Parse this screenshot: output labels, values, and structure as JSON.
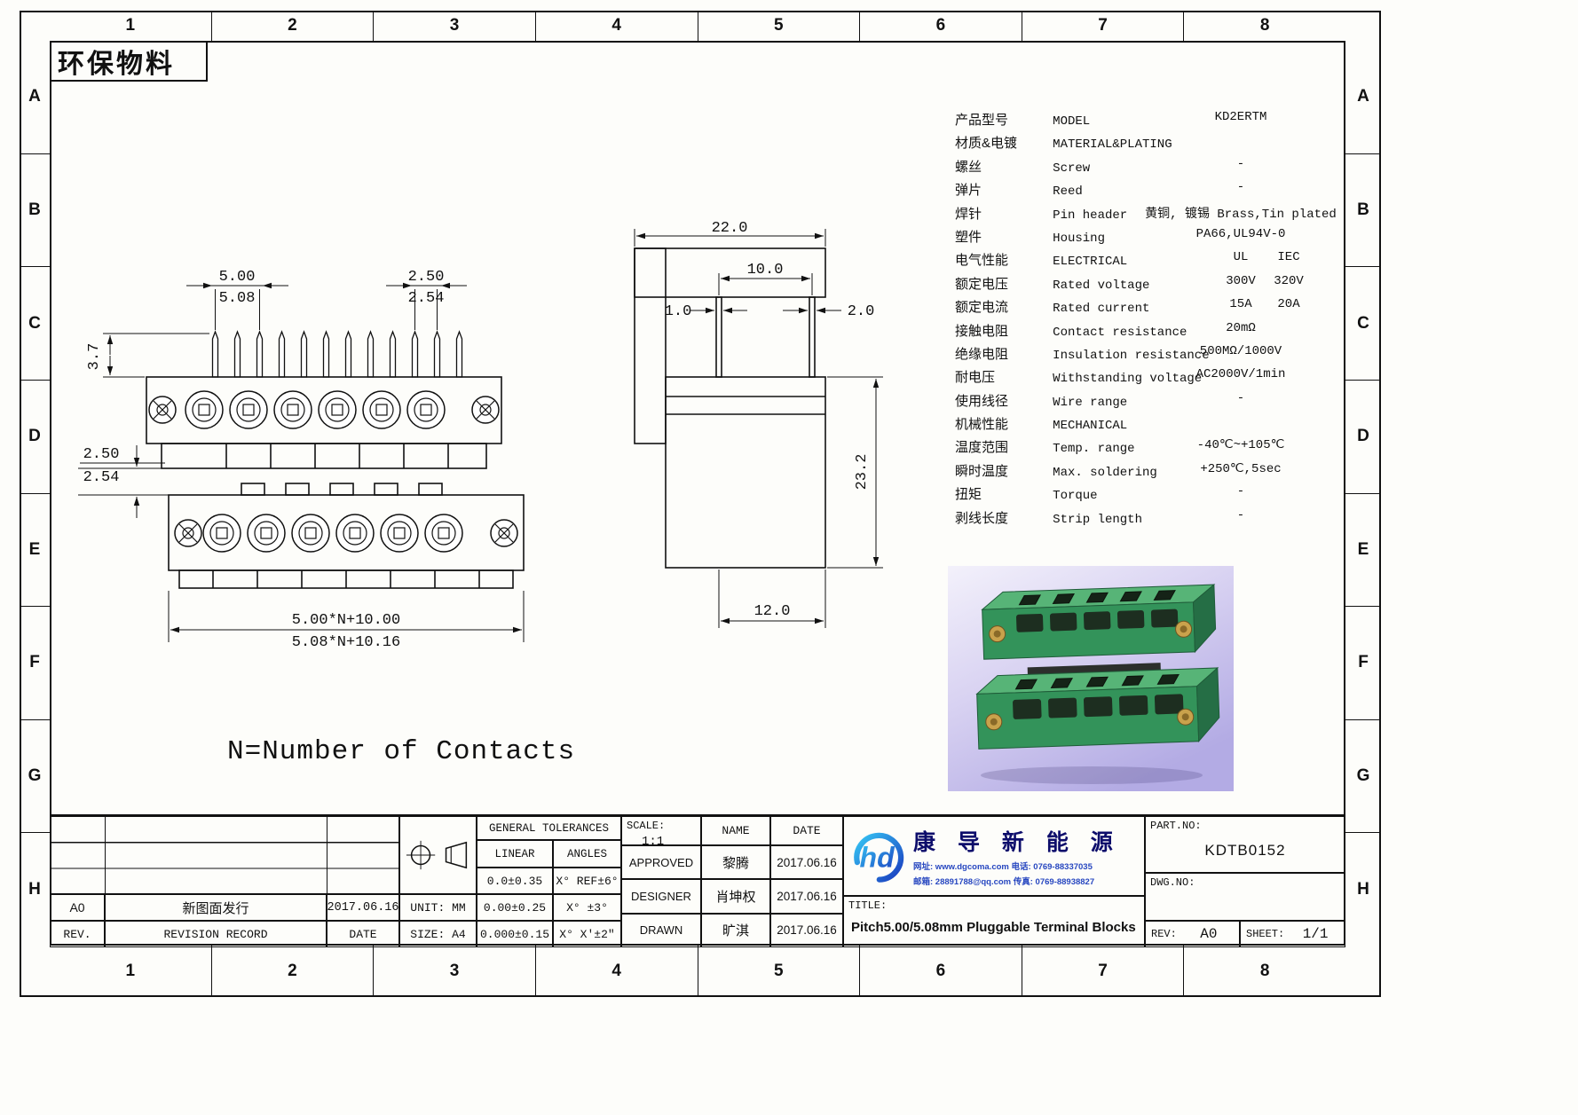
{
  "sheet": {
    "eco_label": "环保物料",
    "contacts_note": "N=Number of Contacts"
  },
  "grid": {
    "cols": [
      "1",
      "2",
      "3",
      "4",
      "5",
      "6",
      "7",
      "8"
    ],
    "rows": [
      "A",
      "B",
      "C",
      "D",
      "E",
      "F",
      "G",
      "H"
    ]
  },
  "specs": {
    "rows": [
      {
        "cn": "产品型号",
        "en": "MODEL",
        "v1": "KD2ERTM",
        "v2": ""
      },
      {
        "cn": "材质&电镀",
        "en": "MATERIAL&PLATING",
        "v1": "",
        "v2": ""
      },
      {
        "cn": "螺丝",
        "en": "Screw",
        "v1": "-",
        "v2": ""
      },
      {
        "cn": "弹片",
        "en": "Reed",
        "v1": "-",
        "v2": ""
      },
      {
        "cn": "焊针",
        "en": "Pin header",
        "v1": "黄铜, 镀锡 Brass,Tin plated",
        "v2": ""
      },
      {
        "cn": "塑件",
        "en": "Housing",
        "v1": "PA66,UL94V-0",
        "v2": ""
      },
      {
        "cn": "电气性能",
        "en": "ELECTRICAL",
        "v1": "UL",
        "v2": "IEC"
      },
      {
        "cn": "额定电压",
        "en": "Rated voltage",
        "v1": "300V",
        "v2": "320V"
      },
      {
        "cn": "额定电流",
        "en": "Rated current",
        "v1": "15A",
        "v2": "20A"
      },
      {
        "cn": "接触电阻",
        "en": "Contact resistance",
        "v1": "20mΩ",
        "v2": ""
      },
      {
        "cn": "绝缘电阻",
        "en": "Insulation resistance",
        "v1": "500MΩ/1000V",
        "v2": ""
      },
      {
        "cn": "耐电压",
        "en": "Withstanding voltage",
        "v1": "AC2000V/1min",
        "v2": ""
      },
      {
        "cn": "使用线径",
        "en": "Wire range",
        "v1": "-",
        "v2": ""
      },
      {
        "cn": "机械性能",
        "en": "MECHANICAL",
        "v1": "",
        "v2": ""
      },
      {
        "cn": "温度范围",
        "en": "Temp. range",
        "v1": "-40℃~+105℃",
        "v2": ""
      },
      {
        "cn": "瞬时温度",
        "en": "Max. soldering",
        "v1": "+250℃,5sec",
        "v2": ""
      },
      {
        "cn": "扭矩",
        "en": "Torque",
        "v1": "-",
        "v2": ""
      },
      {
        "cn": "剥线长度",
        "en": "Strip length",
        "v1": "-",
        "v2": ""
      }
    ]
  },
  "dims": {
    "front": {
      "pitch_top": "5.00",
      "pitch_bottom": "5.08",
      "half_top": "2.50",
      "half_bottom": "2.54",
      "pin_height": "3.7",
      "row_offset_top": "2.50",
      "row_offset_bottom": "2.54",
      "total_top": "5.00*N+10.00",
      "total_bottom": "5.08*N+10.16"
    },
    "side": {
      "width": "22.0",
      "pin_span": "10.0",
      "pin_a": "1.0",
      "pin_b": "2.0",
      "height": "23.2",
      "depth": "12.0"
    }
  },
  "title_block": {
    "revision": {
      "rev": "A0",
      "record": "新图面发行",
      "date": "2017.06.16",
      "rev_h": "REV.",
      "record_h": "REVISION RECORD",
      "date_h": "DATE"
    },
    "unit": "UNIT: MM",
    "size": "SIZE: A4",
    "tolerances": {
      "header": "GENERAL TOLERANCES",
      "linear_h": "LINEAR",
      "angles_h": "ANGLES",
      "rows": [
        {
          "linear": "0.0±0.35",
          "angle": "X° REF±6°"
        },
        {
          "linear": "0.00±0.25",
          "angle": "X° ±3°"
        },
        {
          "linear": "0.000±0.15",
          "angle": "X° X'±2\""
        }
      ]
    },
    "scale_label": "SCALE:",
    "scale_value": "1:1",
    "name_h": "NAME",
    "date_h": "DATE",
    "signoff": [
      {
        "role": "APPROVED",
        "name": "黎腾",
        "date": "2017.06.16"
      },
      {
        "role": "DESIGNER",
        "name": "肖坤权",
        "date": "2017.06.16"
      },
      {
        "role": "DRAWN",
        "name": "旷淇",
        "date": "2017.06.16"
      }
    ],
    "company": {
      "logo_text": "hd",
      "name": "康 导 新 能 源",
      "contact1": "网址: www.dgcoma.com  电话: 0769-88337035",
      "contact2": "邮箱: 28891788@qq.com  传真: 0769-88938827"
    },
    "title_label": "TITLE:",
    "title": "Pitch5.00/5.08mm Pluggable Terminal Blocks",
    "part_no_label": "PART.NO:",
    "part_no": "KDTB0152",
    "dwg_no_label": "DWG.NO:",
    "rev_label": "REV:",
    "rev": "A0",
    "sheet_label": "SHEET:",
    "sheet": "1/1"
  }
}
